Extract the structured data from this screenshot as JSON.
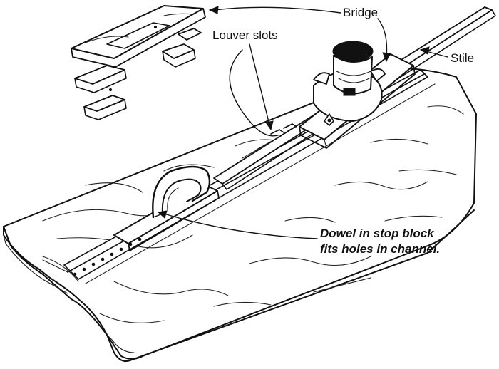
{
  "labels": {
    "bridge": "Bridge",
    "louver_slots": "Louver slots",
    "stile": "Stile",
    "dowel_line1": "Dowel in stop block",
    "dowel_line2": "fits holes in channel."
  }
}
